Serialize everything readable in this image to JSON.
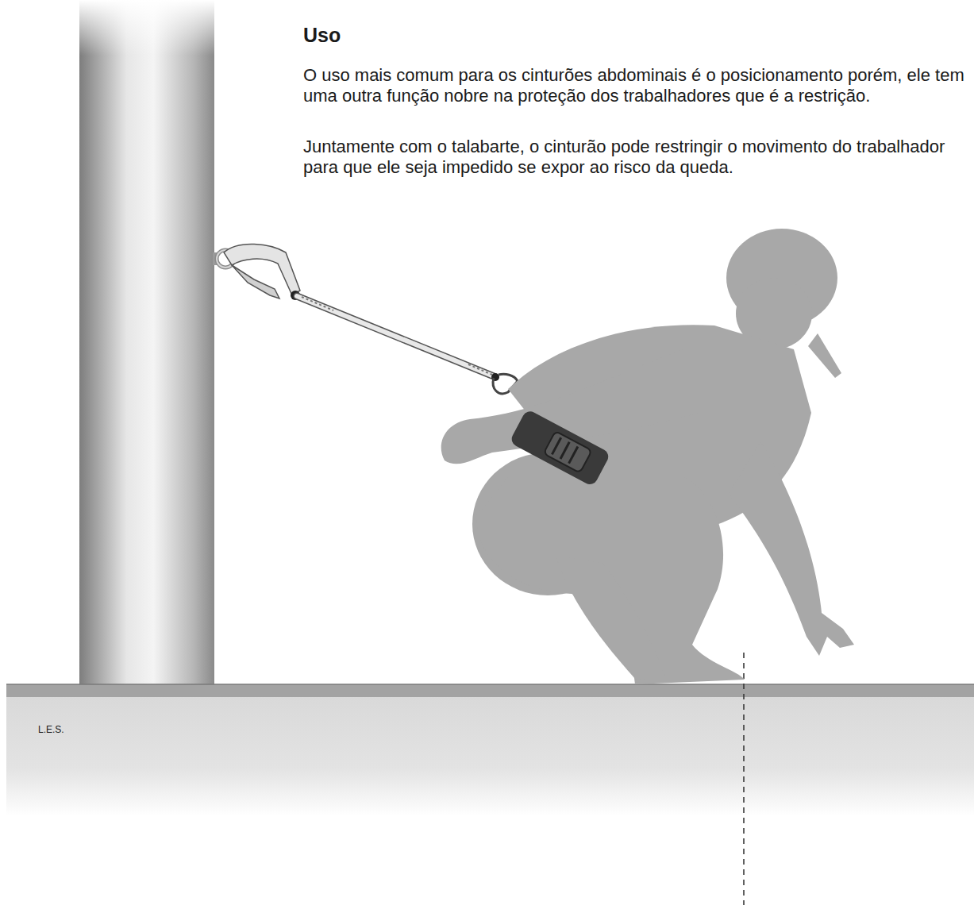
{
  "diagram": {
    "title": "Uso",
    "labels": [
      "O uso mais comum para os cinturões abdominais é o posicionamento porém, ele tem uma outra função nobre na proteção dos trabalhadores que é a restrição.",
      "Juntamente com o talabarte, o cinturão pode restringir o movimento do trabalhador para que ele seja impedido se expor ao risco da queda.",
      "L.E.S."
    ]
  }
}
